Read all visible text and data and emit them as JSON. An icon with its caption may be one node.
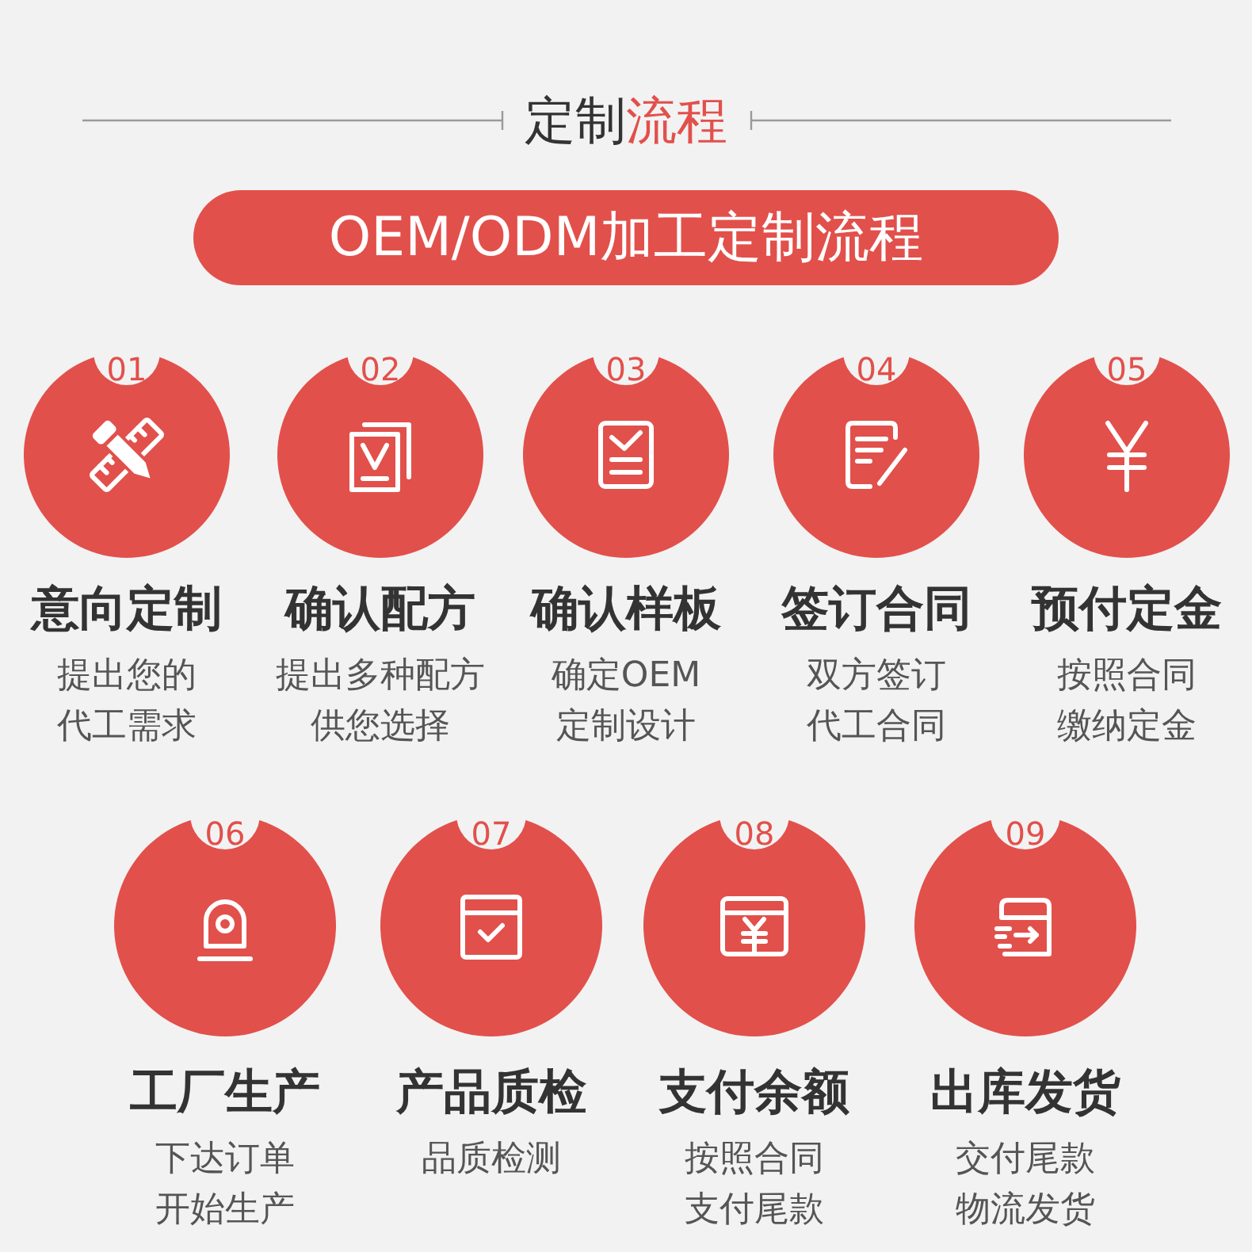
{
  "diagram": {
    "title": "定制**流程**",
    "nodes": [
      {
        "text": [
          "OEM/ODM加工定制流程"
        ]
      },
      {
        "text": [
          "01",
          "意向定制",
          "提出您的代工需求"
        ]
      },
      {
        "text": [
          "02",
          "确认配方",
          "提出多种配方供您选择"
        ]
      },
      {
        "text": [
          "03",
          "确认样板",
          "确定OEM定制设计"
        ]
      },
      {
        "text": [
          "04",
          "签订合同",
          "双方签订代工合同"
        ]
      },
      {
        "text": [
          "05",
          "预付定金",
          "按照合同缴纳定金"
        ]
      },
      {
        "text": [
          "06",
          "工厂生产",
          "下达订单开始生产"
        ]
      },
      {
        "text": [
          "07",
          "产品质检",
          "品质检测"
        ]
      },
      {
        "text": [
          "08",
          "支付余额",
          "按照合同支付尾款"
        ]
      },
      {
        "text": [
          "09",
          "出库发货",
          "交付尾款物流发货"
        ]
      }
    ]
  }
}
